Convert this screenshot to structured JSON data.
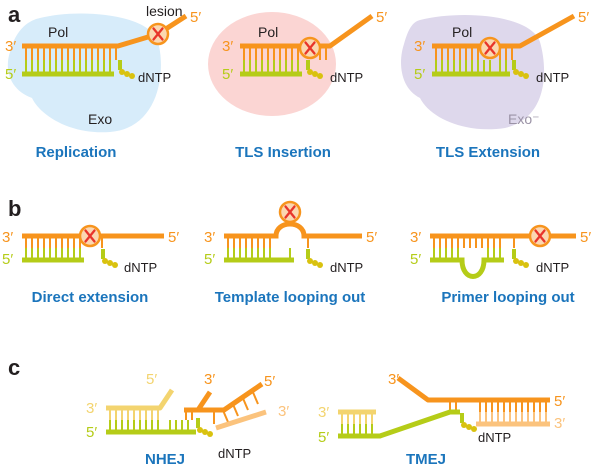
{
  "panels": {
    "a": {
      "letter": "a",
      "labels": {
        "pol": "Pol",
        "lesion": "lesion",
        "exo": "Exo",
        "exo_minus": "Exo⁻",
        "dntp": "dNTP",
        "five_prime": "5′",
        "three_prime": "3′"
      },
      "captions": [
        "Replication",
        "TLS Insertion",
        "TLS Extension"
      ]
    },
    "b": {
      "letter": "b",
      "labels": {
        "dntp": "dNTP",
        "five_prime": "5′",
        "three_prime": "3′"
      },
      "captions": [
        "Direct extension",
        "Template looping out",
        "Primer looping out"
      ]
    },
    "c": {
      "letter": "c",
      "labels": {
        "dntp": "dNTP",
        "five_prime": "5′",
        "three_prime": "3′"
      },
      "captions": [
        "NHEJ",
        "TMEJ"
      ]
    }
  },
  "colors": {
    "template_strand": "#f7941d",
    "primer_strand": "#b5cc18",
    "lesion_fill": "#fbd7b0",
    "lesion_mark": "#e8352b",
    "pol_replication": "#d7ecfa",
    "pol_tls_insertion": "#fbd5d3",
    "pol_tls_extension": "#ded8ec",
    "caption_blue": "#1b75bc",
    "light_orange": "#fbc37d",
    "light_yellow": "#f3d46f"
  },
  "icons": [
    "lesion-x-icon",
    "dntp-icon"
  ]
}
